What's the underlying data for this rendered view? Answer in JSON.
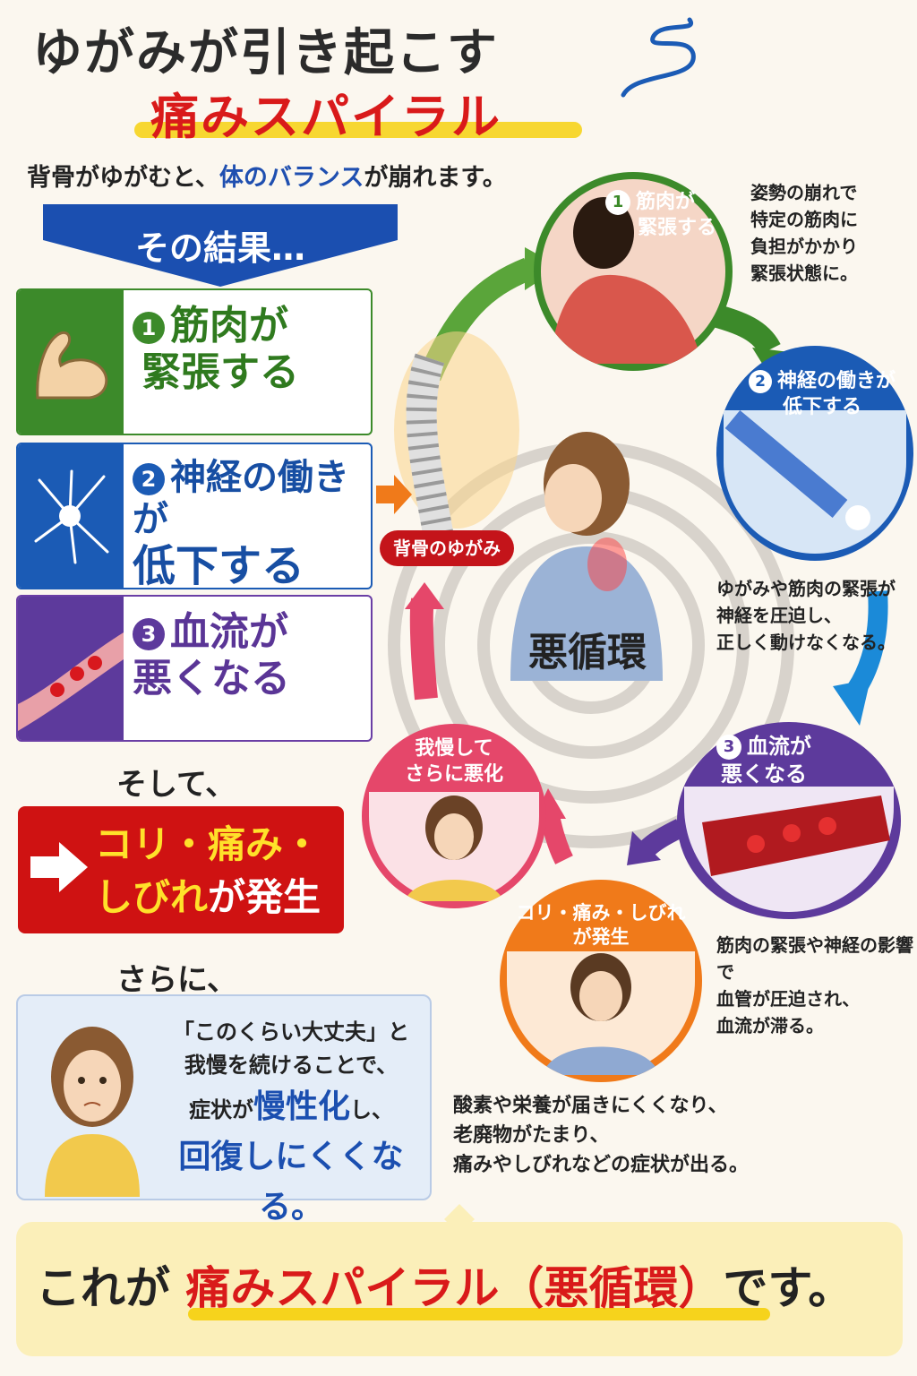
{
  "title": {
    "line1": "ゆがみが引き起こす",
    "line2": "痛みスパイラル"
  },
  "intro": {
    "part1": "背骨がゆがむと、",
    "highlight": "体のバランス",
    "part2": "が崩れます。"
  },
  "result_label": "その結果…",
  "cards": [
    {
      "num": "1",
      "line1": "筋肉が",
      "line2": "緊張する"
    },
    {
      "num": "2",
      "line1": "神経の働きが",
      "line2": "低下する"
    },
    {
      "num": "3",
      "line1": "血流が",
      "line2": "悪くなる"
    }
  ],
  "soshite": "そして、",
  "symptom_box": {
    "part1": "コリ・痛み・",
    "part2": "しびれ",
    "part3": "が発生"
  },
  "sarani": "さらに、",
  "speech": {
    "line1": "「このくらい大丈夫」と",
    "line2": "我慢を続けることで、",
    "line3a": "症状が",
    "line3b": "慢性化",
    "line3c": "し、",
    "line4": "回復しにくくなる。"
  },
  "cycle": {
    "center_label": "悪循環",
    "spine_badge": "背骨のゆがみ",
    "step1": {
      "num": "1",
      "label_line1": "筋肉が",
      "label_line2": "緊張する",
      "caption": [
        "姿勢の崩れで",
        "特定の筋肉に",
        "負担がかかり",
        "緊張状態に。"
      ]
    },
    "step2": {
      "num": "2",
      "label_line1": "神経の働きが",
      "label_line2": "低下する",
      "caption": [
        "ゆがみや筋肉の緊張が",
        "神経を圧迫し、",
        "正しく動けなくなる。"
      ]
    },
    "step3": {
      "num": "3",
      "label_line1": "血流が",
      "label_line2": "悪くなる",
      "caption": [
        "筋肉の緊張や神経の影響で",
        "血管が圧迫され、",
        "血流が滞る。"
      ]
    },
    "step4": {
      "label_line1": "コリ・痛み・しびれ",
      "label_line2": "が発生",
      "caption": [
        "酸素や栄養が届きにくくなり、",
        "老廃物がたまり、",
        "痛みやしびれなどの症状が出る。"
      ]
    },
    "step5": {
      "label_line1": "我慢して",
      "label_line2": "さらに悪化"
    }
  },
  "conclusion": {
    "part1": "これが",
    "highlight": "痛みスパイラル（悪循環）",
    "part2": "です。"
  },
  "colors": {
    "green": "#3c8a2a",
    "blue": "#1b5bb5",
    "purple": "#5d3a9c",
    "red": "#cf1212",
    "orange": "#f07a1a",
    "pink": "#e5476a",
    "yellow": "#f6d31c"
  }
}
